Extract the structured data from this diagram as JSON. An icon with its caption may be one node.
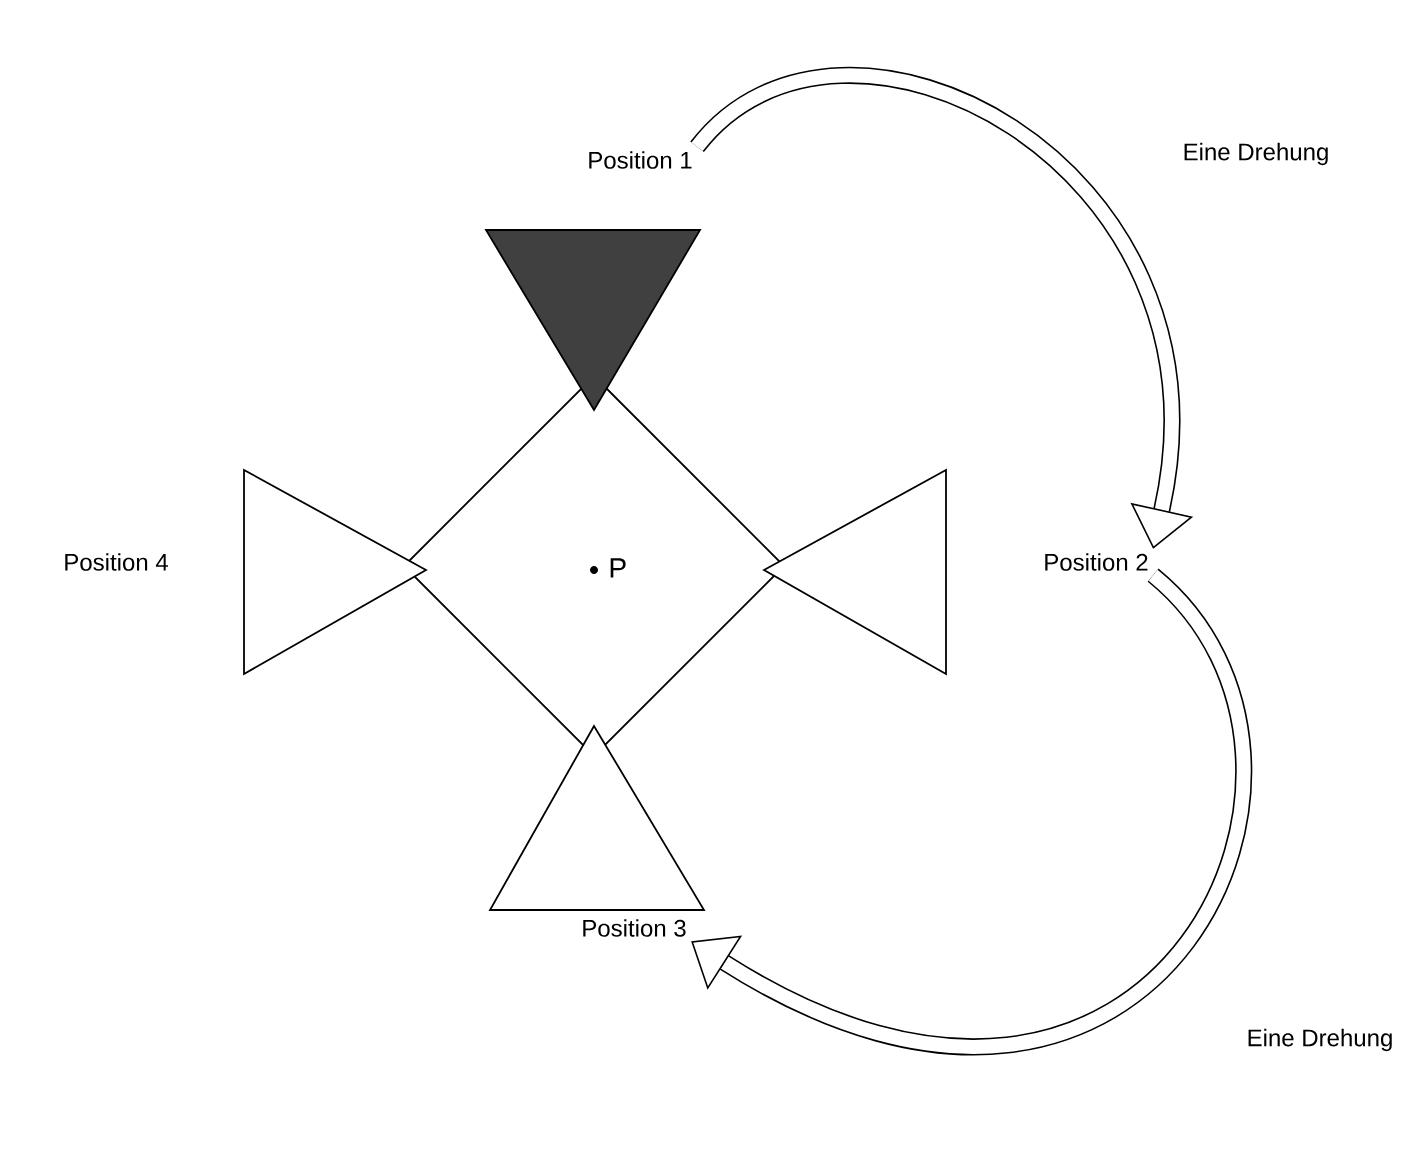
{
  "diagram": {
    "nodes": [
      {
        "text": [
          "Position 1"
        ]
      },
      {
        "text": [
          "Position 2"
        ]
      },
      {
        "text": [
          "Position 3"
        ]
      },
      {
        "text": [
          "Position 4"
        ]
      }
    ],
    "edges": [
      {
        "from": 0,
        "to": 1,
        "arrow": "to",
        "label": "Eine Drehung"
      },
      {
        "from": 1,
        "to": 2,
        "arrow": "to",
        "label": "Eine Drehung"
      }
    ],
    "labels": [
      "P"
    ]
  }
}
